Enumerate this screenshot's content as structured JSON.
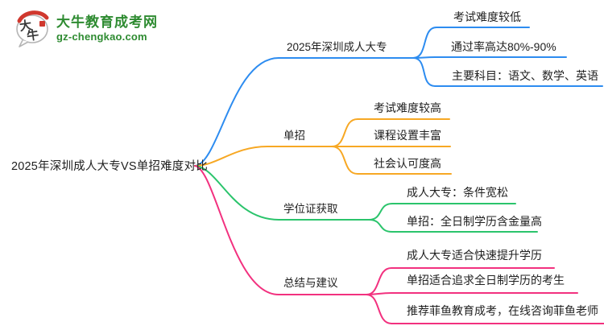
{
  "colors": {
    "blue": "#2d8cf0",
    "orange": "#f7a824",
    "green": "#2bc46c",
    "pink": "#f2317f",
    "logo-green": "#2e8b31",
    "red": "#d0382e",
    "text": "#212121"
  },
  "logo": {
    "title": "大牛教育成考网",
    "domain": "gz-chengkao.com",
    "badge_text": "大牛",
    "icon": "daniu-speech-bubble-logo"
  },
  "root": {
    "label": "2025年深圳成人大专VS单招难度对比"
  },
  "branches": [
    {
      "label": "2025年深圳成人大专",
      "color": "#2d8cf0",
      "children": [
        {
          "label": "考试难度较低"
        },
        {
          "label": "通过率高达80%-90%"
        },
        {
          "label": "主要科目：语文、数学、英语"
        }
      ]
    },
    {
      "label": "单招",
      "color": "#f7a824",
      "children": [
        {
          "label": "考试难度较高"
        },
        {
          "label": "课程设置丰富"
        },
        {
          "label": "社会认可度高"
        }
      ]
    },
    {
      "label": "学位证获取",
      "color": "#2bc46c",
      "children": [
        {
          "label": "成人大专：条件宽松"
        },
        {
          "label": "单招：全日制学历含金量高"
        }
      ]
    },
    {
      "label": "总结与建议",
      "color": "#f2317f",
      "children": [
        {
          "label": "成人大专适合快速提升学历"
        },
        {
          "label": "单招适合追求全日制学历的考生"
        },
        {
          "label": "推荐菲鱼教育成考，在线咨询菲鱼老师"
        }
      ]
    }
  ]
}
